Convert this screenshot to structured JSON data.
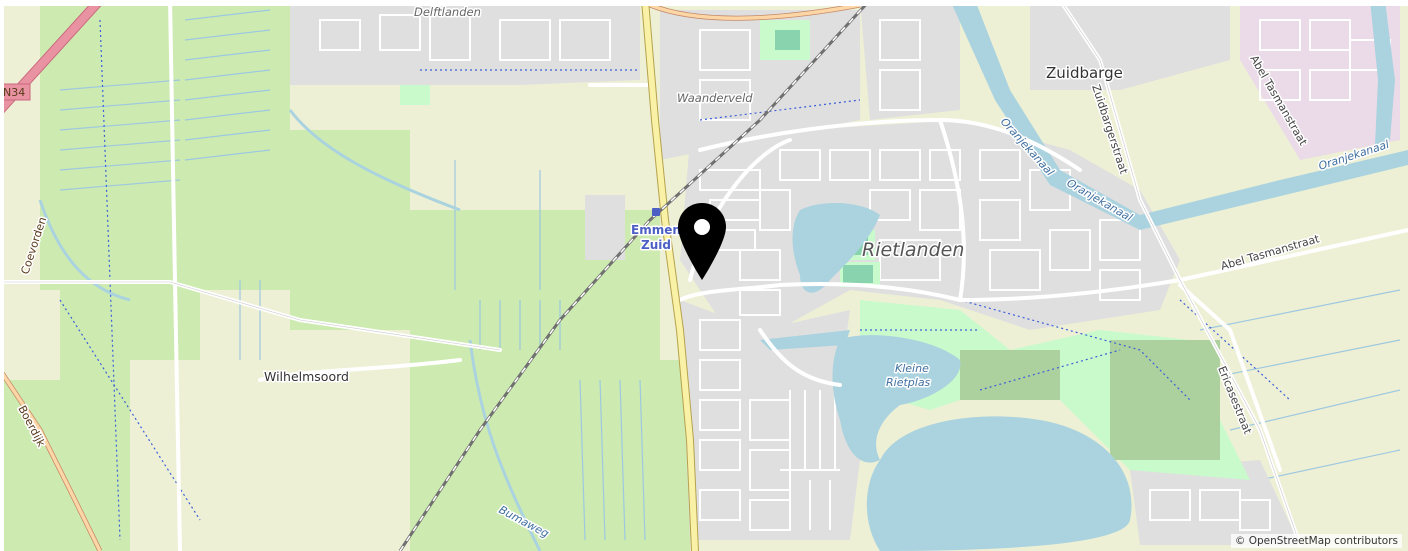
{
  "map": {
    "labels": {
      "delftlanden": "Delftlanden",
      "waanderveld": "Waanderveld",
      "rietlanden": "Rietlanden",
      "zuidbarge": "Zuidbarge",
      "station_line1": "Emmen",
      "station_line2": "Zuid",
      "wilhelmsoord": "Wilhelmsoord",
      "kleine_line1": "Kleine",
      "kleine_line2": "Rietplas",
      "oranjekanaal_1": "Oranjekanaal",
      "oranjekanaal_2": "Oranjekanaal",
      "oranjekanaal_3": "Oranjekanaal",
      "zuidbargerstraat": "Zuidbargerstraat",
      "abel_tasmanstraat_1": "Abel Tasmanstraat",
      "abel_tasmanstraat_2": "Abel Tasmanstraat",
      "ericasestraat": "Ericasestraat",
      "coevorden": "Coevorden",
      "boerdijk": "Boerdijk",
      "bumaweg": "Bumaweg",
      "n34": "N34"
    },
    "attribution": "© OpenStreetMap contributors",
    "colors": {
      "land": "#f2efe9",
      "farmland": "#eef0d5",
      "grass": "#cdebb0",
      "park": "#c8facc",
      "residential": "#e0dfdf",
      "industrial": "#ebdbe8",
      "water": "#aad3df",
      "motorway": "#e892a2",
      "primary": "#fcd6a4",
      "trunk": "#f9f1a5",
      "rail": "#707070",
      "marker": "#000000"
    },
    "icons": {
      "marker": "map-pin-icon"
    }
  }
}
